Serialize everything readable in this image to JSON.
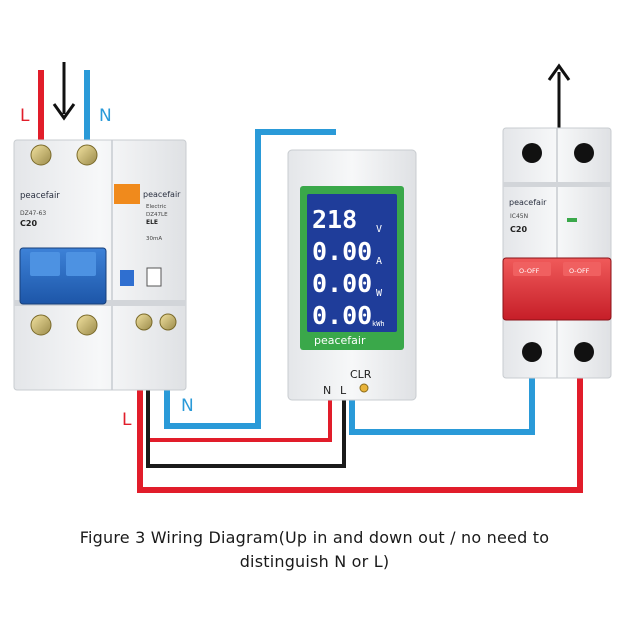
{
  "labels": {
    "in_L": "L",
    "in_N": "N",
    "out_L": "L",
    "out_N": "N",
    "meter_N": "N",
    "meter_L": "L",
    "clr": "CLR"
  },
  "breaker_left": {
    "brand": "peacefair",
    "model": "DZ47-63",
    "rating": "C20"
  },
  "rcd_module": {
    "brand": "peacefair",
    "type": "Electric",
    "model": "DZ47LE",
    "series": "ELE",
    "current": "30mA"
  },
  "breaker_right": {
    "brand": "peacefair",
    "model": "IC45N",
    "rating": "C20",
    "off_left": "O-OFF",
    "off_right": "O-OFF"
  },
  "meter": {
    "brand": "peacefair",
    "readings": [
      {
        "value": "218",
        "unit": "V"
      },
      {
        "value": "0.00",
        "unit": "A"
      },
      {
        "value": "0.00",
        "unit": "W"
      },
      {
        "value": "0.00",
        "unit": "kWh"
      }
    ]
  },
  "colors": {
    "live": "#e11d2a",
    "neutral": "#2a9ad8",
    "black": "#1a1a1a",
    "lcd_bg": "#1f3d9a",
    "lcd_frame": "#3aa84a"
  },
  "caption": {
    "line1": "Figure 3 Wiring Diagram(Up in and down out / no need to",
    "line2": "distinguish N or L)"
  }
}
